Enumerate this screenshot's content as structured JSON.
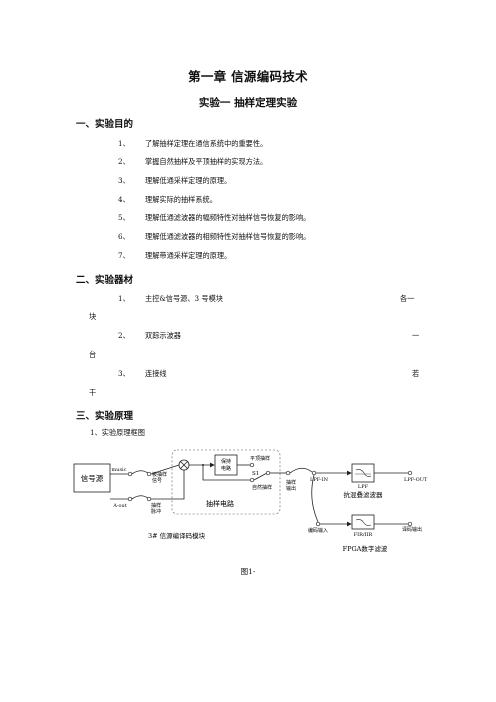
{
  "chapter_title": "第一章  信源编码技术",
  "experiment_title": "实验一  抽样定理实验",
  "sections": {
    "s1": "一、实验目的",
    "s2": "二、实验器材",
    "s3": "三、实验原理"
  },
  "objectives": [
    {
      "num": "1、",
      "text": "了解抽样定理在通信系统中的重要性。"
    },
    {
      "num": "2、",
      "text": "掌握自然抽样及平顶抽样的实现方法。"
    },
    {
      "num": "3、",
      "text": "理解低通采样定理的原理。"
    },
    {
      "num": "4、",
      "text": "理解实际的抽样系统。"
    },
    {
      "num": "5、",
      "text": "理解低通滤波器的幅频特性对抽样信号恢复的影响。"
    },
    {
      "num": "6、",
      "text": "理解低通滤波器的相频特性对抽样信号恢复的影响。"
    },
    {
      "num": "7、",
      "text": "理解带通采样定理的原理。"
    }
  ],
  "equipment": [
    {
      "num": "1、",
      "text": "主控&信号源、3 号模块",
      "qty_a": "各一",
      "qty_b": "块"
    },
    {
      "num": "2、",
      "text": "双踪示波器",
      "qty_a": "一",
      "qty_b": "台"
    },
    {
      "num": "3、",
      "text": "连接线",
      "qty_a": "若",
      "qty_b": "干"
    }
  ],
  "principle_sub": "1、实验原理框图",
  "diagram": {
    "signal_source": "信号源",
    "music": "music",
    "a_out": "A-out",
    "sampled_signal": "被抽样\n信号",
    "sampling_pulse": "抽样\n脉冲",
    "hold_circuit": "保持\n电路",
    "flat_top": "平顶抽样",
    "s1": "S1",
    "natural": "自然抽样",
    "sampling_circuit": "抽样电路",
    "sample_out": "抽样\n输出",
    "lpf_in": "LPF-IN",
    "lpf_out": "LPF-OUT",
    "lpf": "LPF",
    "anti_alias": "抗混叠滤波器",
    "module_label": "3# 信源编译码模块",
    "decode_in": "编码输入",
    "fir_iir": "FIR/IIR",
    "decode_out": "译码输出",
    "fpga": "FPGA数字滤波"
  },
  "figure_caption": "图1-"
}
